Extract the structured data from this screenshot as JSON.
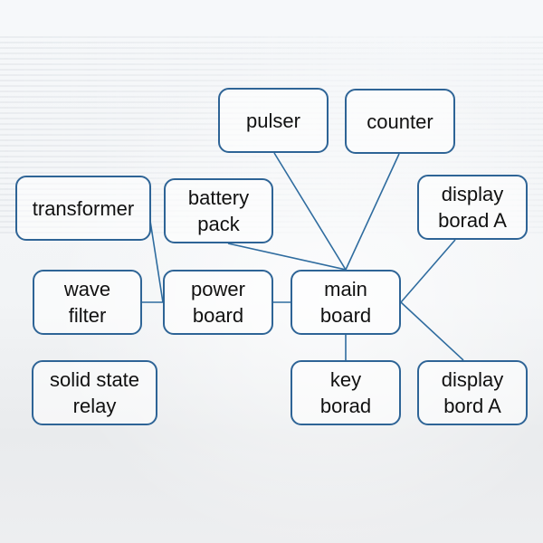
{
  "diagram": {
    "type": "block-diagram",
    "nodes": {
      "pulser": "pulser",
      "counter": "counter",
      "transformer": "transformer",
      "battery_pack": "battery\npack",
      "display_borad_a": "display\nborad A",
      "wave_filter": "wave\nfilter",
      "power_board": "power\nboard",
      "main_board": "main\nboard",
      "solid_state_relay": "solid state\nrelay",
      "key_borad": "key\nborad",
      "display_bord_a": "display\nbord A"
    },
    "edges": [
      {
        "from": "pulser",
        "to": "main_board"
      },
      {
        "from": "counter",
        "to": "main_board"
      },
      {
        "from": "battery_pack",
        "to": "main_board"
      },
      {
        "from": "display_borad_a",
        "to": "main_board"
      },
      {
        "from": "main_board",
        "to": "display_bord_a"
      },
      {
        "from": "main_board",
        "to": "key_borad"
      },
      {
        "from": "power_board",
        "to": "main_board"
      },
      {
        "from": "wave_filter",
        "to": "power_board"
      },
      {
        "from": "transformer",
        "to": "power_board"
      }
    ],
    "colors": {
      "border": "#2e6496",
      "connector": "#2f6c9f",
      "text": "#111111"
    }
  }
}
